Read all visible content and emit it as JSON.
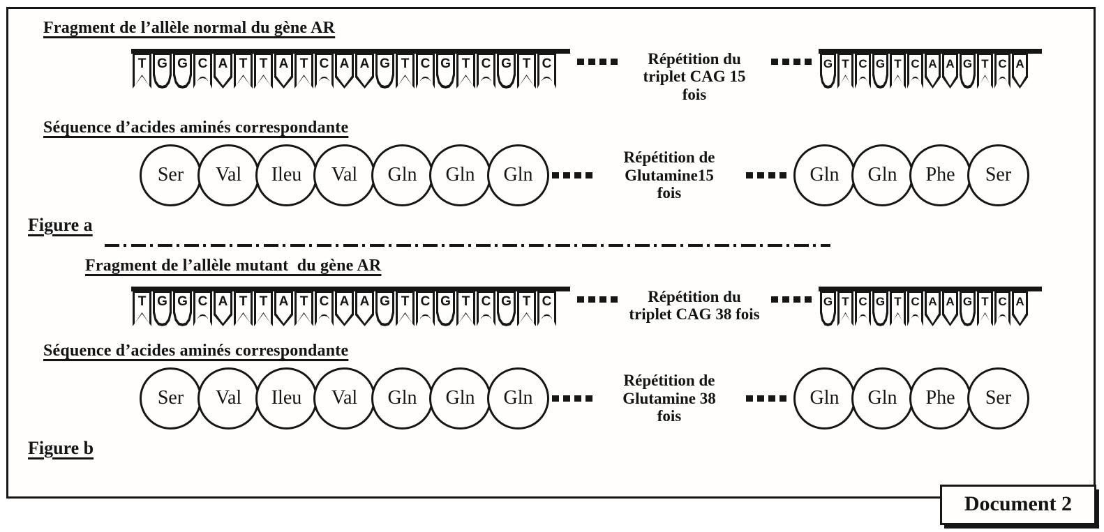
{
  "document_label": "Document 2",
  "figures": [
    {
      "figure_label": "Figure a",
      "dna_heading": "Fragment de l’allèle normal du gène AR",
      "dna_left": [
        "T",
        "G",
        "G",
        "C",
        "A",
        "T",
        "T",
        "A",
        "T",
        "C",
        "A",
        "A",
        "G",
        "T",
        "C",
        "G",
        "T",
        "C",
        "G",
        "T",
        "C"
      ],
      "dna_mid_label": "Répétition du\ntriplet CAG 15\nfois",
      "dna_right": [
        "G",
        "T",
        "C",
        "G",
        "T",
        "C",
        "A",
        "A",
        "G",
        "T",
        "C",
        "A"
      ],
      "aa_heading": "Séquence d’acides aminés correspondante",
      "aa_left": [
        "Ser",
        "Val",
        "Ileu",
        "Val",
        "Gln",
        "Gln",
        "Gln"
      ],
      "aa_mid_label": "Répétition de\nGlutamine15\nfois",
      "aa_right": [
        "Gln",
        "Gln",
        "Phe",
        "Ser"
      ]
    },
    {
      "figure_label": "Figure b",
      "dna_heading": "Fragment de l’allèle mutant  du gène AR",
      "dna_left": [
        "T",
        "G",
        "G",
        "C",
        "A",
        "T",
        "T",
        "A",
        "T",
        "C",
        "A",
        "A",
        "G",
        "T",
        "C",
        "G",
        "T",
        "C",
        "G",
        "T",
        "C"
      ],
      "dna_mid_label": "Répétition du\ntriplet CAG 38 fois",
      "dna_right": [
        "G",
        "T",
        "C",
        "G",
        "T",
        "C",
        "A",
        "A",
        "G",
        "T",
        "C",
        "A"
      ],
      "aa_heading": "Séquence d’acides aminés correspondante",
      "aa_left": [
        "Ser",
        "Val",
        "Ileu",
        "Val",
        "Gln",
        "Gln",
        "Gln"
      ],
      "aa_mid_label": "Répétition de\nGlutamine 38\nfois",
      "aa_right": [
        "Gln",
        "Gln",
        "Phe",
        "Ser"
      ]
    }
  ]
}
